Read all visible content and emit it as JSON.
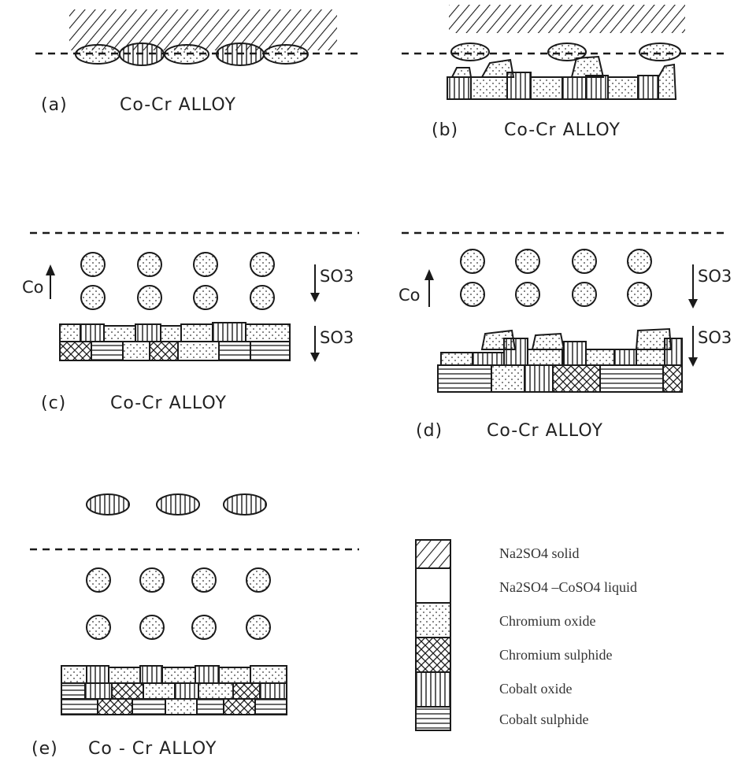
{
  "panels": {
    "a": {
      "label": "(a)",
      "alloy": "Co-Cr ALLOY"
    },
    "b": {
      "label": "(b)",
      "alloy": "Co-Cr ALLOY"
    },
    "c": {
      "label": "(c)",
      "alloy": "Co-Cr ALLOY",
      "co": "Co",
      "so3_upper": "SO3",
      "so3_lower": "SO3"
    },
    "d": {
      "label": "(d)",
      "alloy": "Co-Cr ALLOY",
      "co": "Co",
      "so3_upper": "SO3",
      "so3_lower": "SO3"
    },
    "e": {
      "label": "(e)",
      "alloy": "Co - Cr ALLOY"
    }
  },
  "legend": [
    {
      "key": "na2so4_solid",
      "pattern": "diagonal-hatch",
      "formula": "Na2SO4",
      "suffix": " solid"
    },
    {
      "key": "liquid",
      "pattern": "blank",
      "formula": "Na2SO4",
      "suffix": " –CoSO4 liquid"
    },
    {
      "key": "cr_oxide",
      "pattern": "dots",
      "text": "Chromium oxide"
    },
    {
      "key": "cr_sulphide",
      "pattern": "crosshatch",
      "text": "Chromium sulphide"
    },
    {
      "key": "co_oxide",
      "pattern": "vertical-lines",
      "text": "Cobalt oxide"
    },
    {
      "key": "co_sulphide",
      "pattern": "horizontal-lines",
      "text": "Cobalt sulphide"
    }
  ]
}
